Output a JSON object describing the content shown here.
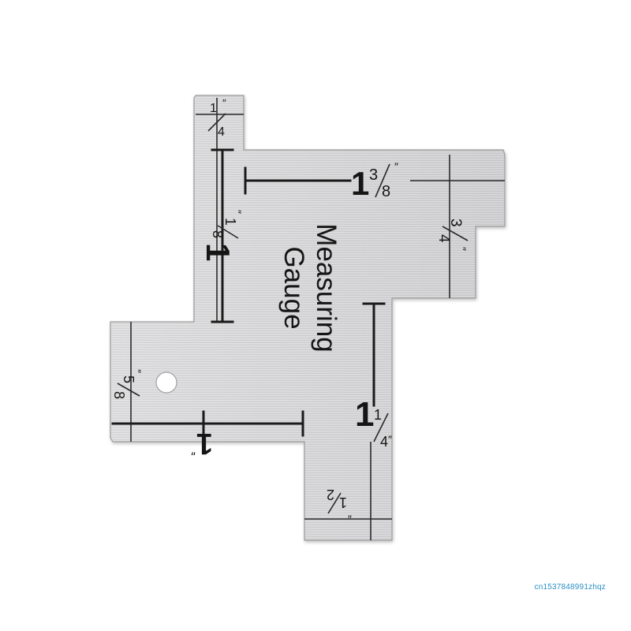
{
  "product": {
    "title_line1": "Measuring",
    "title_line2": "Gauge"
  },
  "marks": {
    "quarter_top": {
      "whole": "",
      "num": "1",
      "den": "4",
      "inch": "″"
    },
    "one_three_eighths": {
      "whole": "1",
      "num": "3",
      "den": "8",
      "inch": "″"
    },
    "three_quarter": {
      "num": "3",
      "den": "4",
      "inch": "″"
    },
    "one_eighth": {
      "whole": "1",
      "num": "1",
      "den": "8",
      "inch": "″"
    },
    "five_eighths": {
      "num": "5",
      "den": "8",
      "inch": "″"
    },
    "one": {
      "whole": "1",
      "inch": "″"
    },
    "one_quarter": {
      "whole": "1",
      "num": "1",
      "den": "4",
      "inch": "″"
    },
    "half": {
      "num": "1",
      "den": "2",
      "inch": "″"
    }
  },
  "colors": {
    "metal_light": "#e9e9ea",
    "metal_mid": "#d4d4d6",
    "metal_dark": "#bdbdc0",
    "ink": "#151515",
    "watermark": "#2a8fc4"
  },
  "watermark": "cn1537848991zhqz"
}
